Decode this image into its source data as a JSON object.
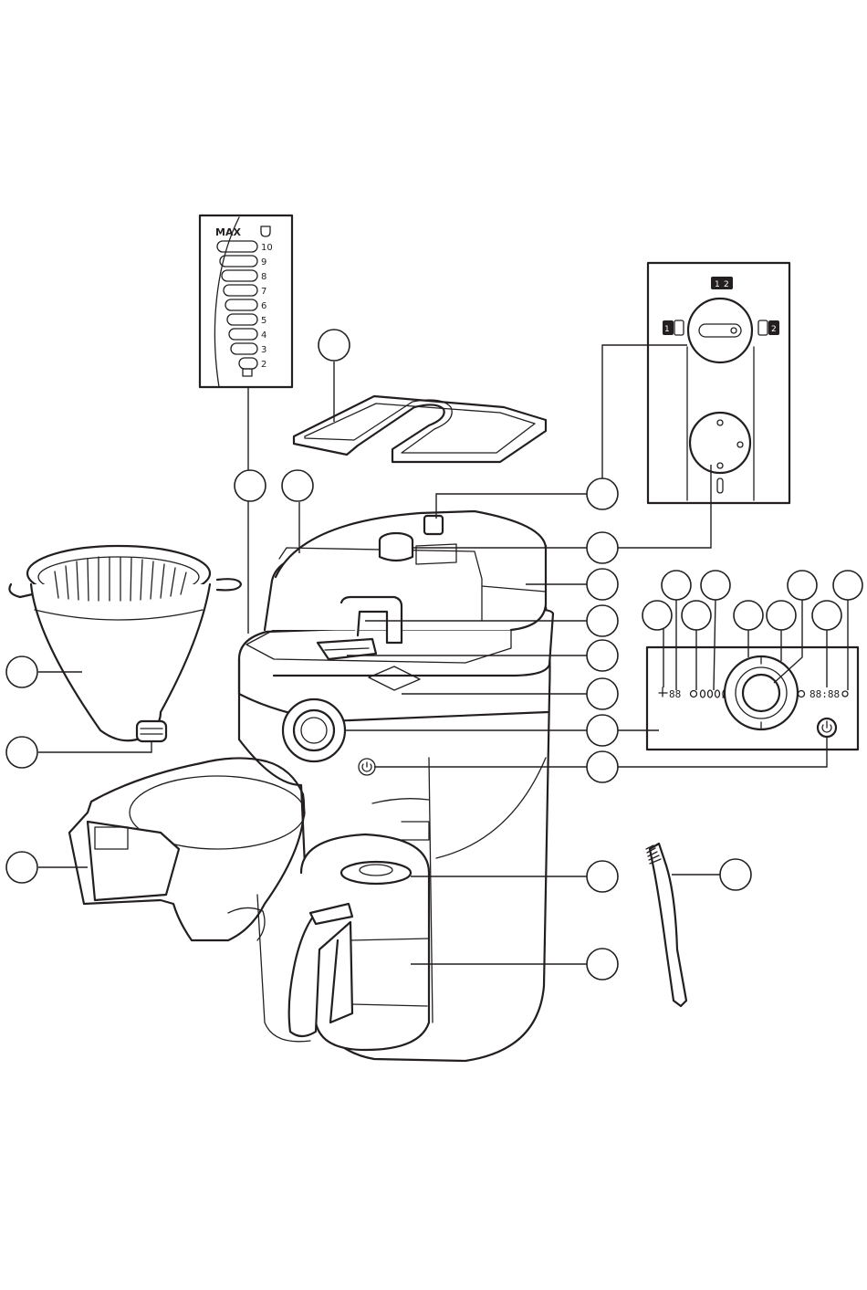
{
  "water_gauge": {
    "max_label": "MAX",
    "levels": [
      "10",
      "9",
      "8",
      "7",
      "6",
      "5",
      "4",
      "3",
      "2"
    ]
  },
  "selector_panel": {
    "top_label_left": "1",
    "top_label_right": "2",
    "left_label": "1",
    "right_label": "2"
  },
  "control_panel": {
    "cups_display": "88",
    "clock_display": "88:88"
  },
  "icons": [
    "cup-icon",
    "power-icon",
    "bean-icon",
    "grinder-icon",
    "clock-icon",
    "timer-icon"
  ],
  "colors": {
    "line": "#231f20",
    "background": "#ffffff"
  }
}
